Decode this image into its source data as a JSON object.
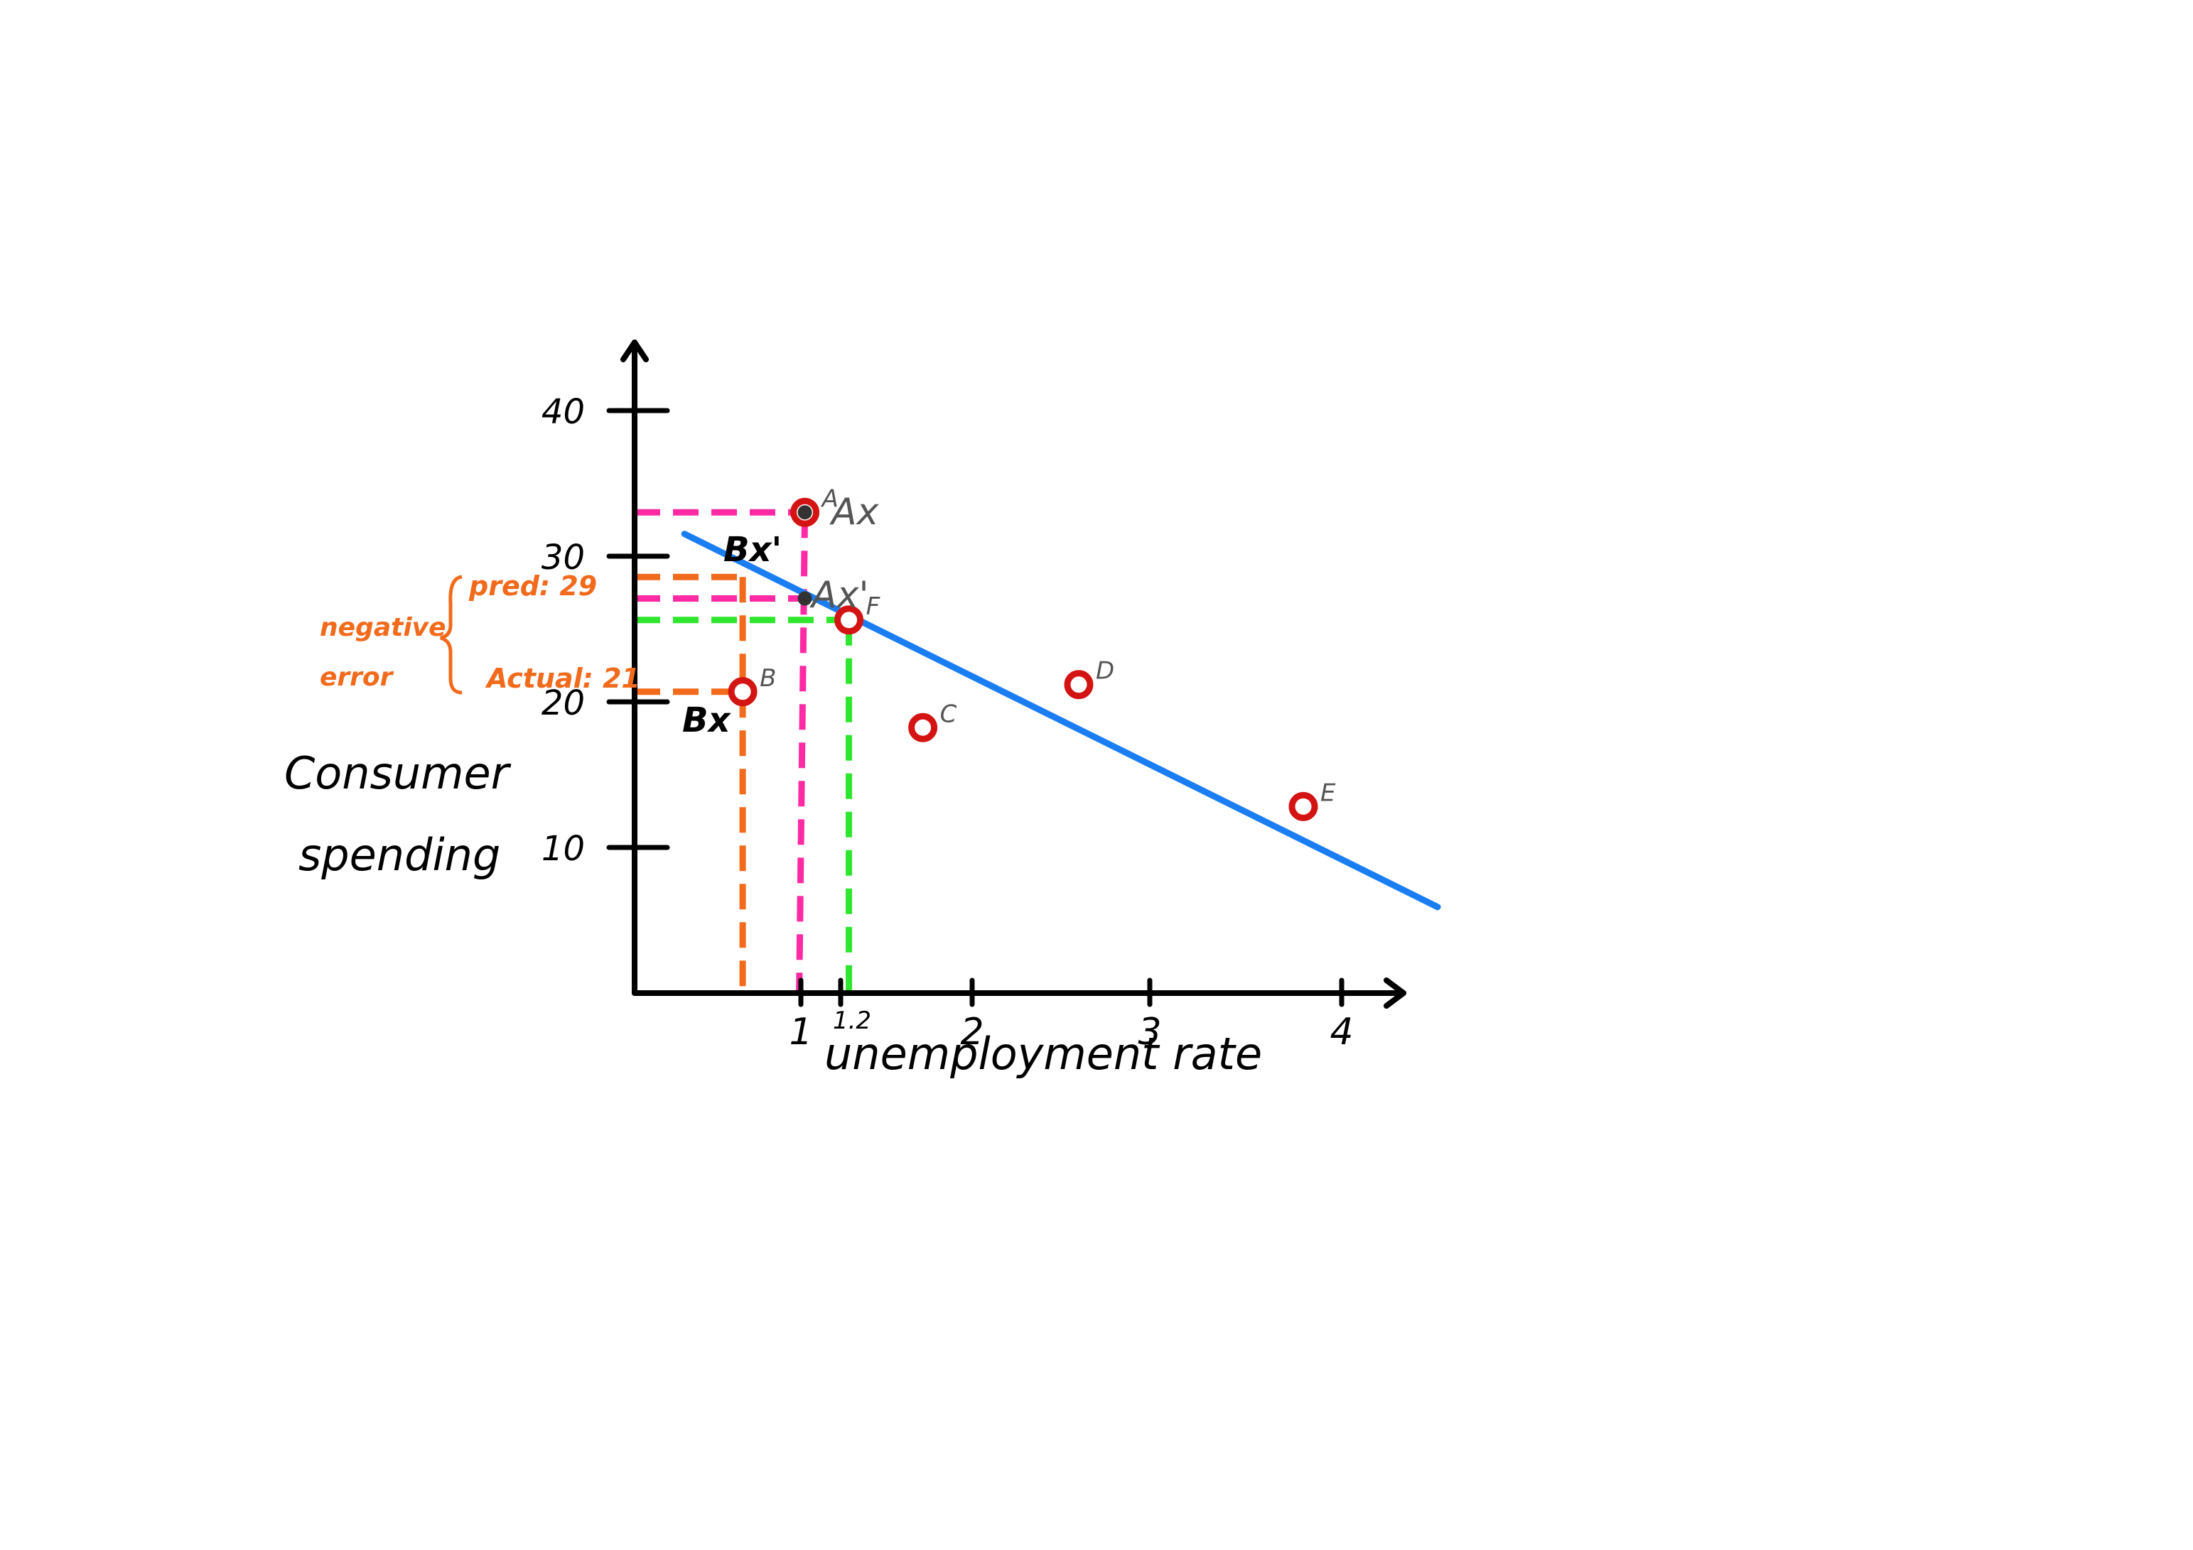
{
  "chart_data": {
    "type": "scatter",
    "xlabel": "unemployment rate",
    "ylabel_line1": "Consumer",
    "ylabel_line2": "spending",
    "xticks": [
      {
        "value": 1,
        "label": "1"
      },
      {
        "value": 1.2,
        "label": "1.2"
      },
      {
        "value": 2,
        "label": "2"
      },
      {
        "value": 3,
        "label": "3"
      },
      {
        "value": 4,
        "label": "4"
      }
    ],
    "yticks": [
      {
        "value": 10,
        "label": "10"
      },
      {
        "value": 20,
        "label": "20"
      },
      {
        "value": 30,
        "label": "30"
      },
      {
        "value": 40,
        "label": "40"
      }
    ],
    "points": [
      {
        "label": "A",
        "x": 1.02,
        "y": 33.5
      },
      {
        "label": "B",
        "x": 0.65,
        "y": 21
      },
      {
        "label": "C",
        "x": 1.7,
        "y": 18.5
      },
      {
        "label": "D",
        "x": 2.6,
        "y": 21.5
      },
      {
        "label": "E",
        "x": 3.8,
        "y": 13
      },
      {
        "label": "F",
        "x": 1.25,
        "y": 26
      }
    ],
    "regression_line": {
      "x1": 0.3,
      "y1": 32,
      "x2": 4.5,
      "y2": 6
    },
    "annotations": {
      "A_x": "Ax",
      "A_x_prime": "Ax'",
      "B_x": "Bx",
      "B_x_prime": "Bx'",
      "pred": "pred: 29",
      "actual": "Actual: 21",
      "error_line1": "negative",
      "error_line2": "error"
    },
    "colors": {
      "axes": "#000000",
      "regression": "#1a7ef2",
      "point": "#d41313",
      "pink_guides": "#ff2aa4",
      "orange_guides": "#f26a1b",
      "green_guides": "#2ee62e"
    }
  }
}
